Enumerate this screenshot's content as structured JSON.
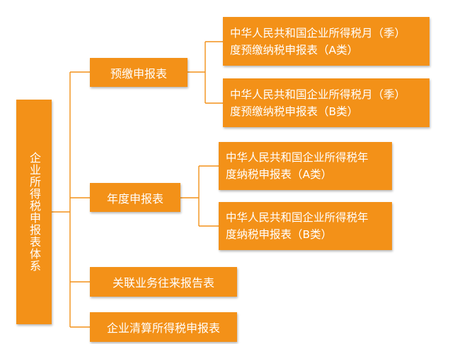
{
  "diagram": {
    "root": {
      "label": "企业所得税申报表体系"
    },
    "branches": [
      {
        "label": "预缴申报表",
        "children": [
          {
            "line1": "中华人民共和国企业所得税月（季）",
            "line2": "度预缴纳税申报表（A类）"
          },
          {
            "line1": "中华人民共和国企业所得税月（季）",
            "line2": "度预缴纳税申报表（B类）"
          }
        ]
      },
      {
        "label": "年度申报表",
        "children": [
          {
            "line1": "中华人民共和国企业所得税年",
            "line2": "度纳税申报表（A类）"
          },
          {
            "line1": "中华人民共和国企业所得税年",
            "line2": "度纳税申报表（B类）"
          }
        ]
      },
      {
        "label": "关联业务往来报告表",
        "children": []
      },
      {
        "label": "企业清算所得税申报表",
        "children": []
      }
    ],
    "colors": {
      "box": "#f39118",
      "line": "#f39118",
      "text": "#ffffff"
    }
  }
}
